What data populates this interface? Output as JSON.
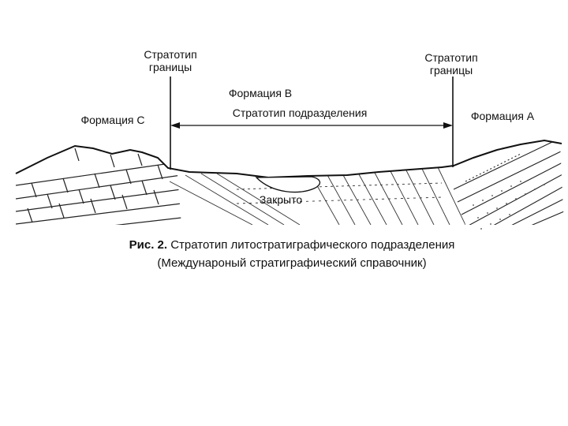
{
  "labels": {
    "stratotype_left_line1": "Стратотип",
    "stratotype_left_line2": "границы",
    "stratotype_right_line1": "Стратотип",
    "stratotype_right_line2": "границы",
    "formation_b": "Формация В",
    "unit_stratotype": "Стратотип подразделения",
    "formation_c": "Формация С",
    "formation_a": "Формация А",
    "covered": "Закрыто"
  },
  "caption": {
    "figure_number": "Рис. 2.",
    "line1_text": "Стратотип литостратиграфического подразделения",
    "line2": "(Междунароный стратиграфический справочник)"
  }
}
